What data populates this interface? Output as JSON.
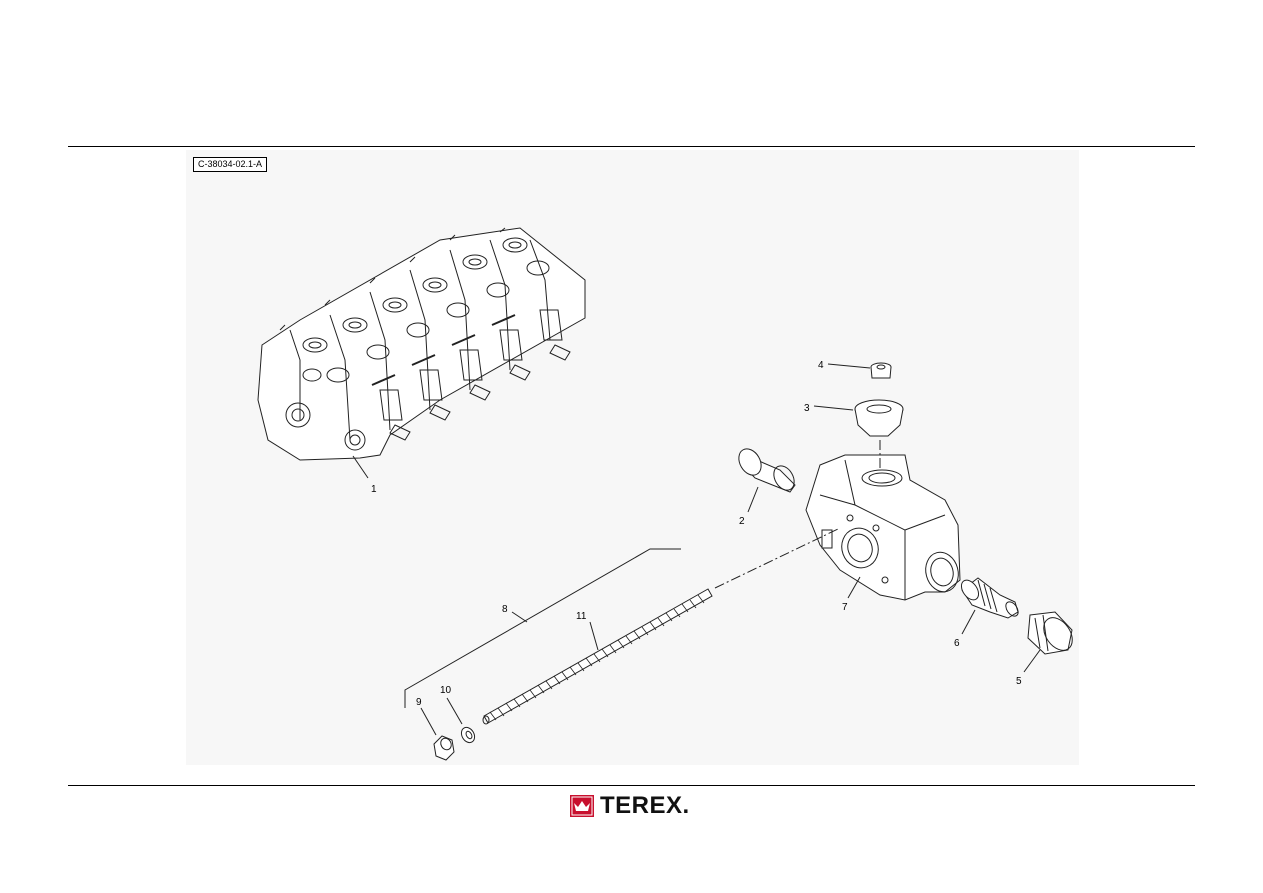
{
  "drawing": {
    "id": "C-38034-02.1-A",
    "callouts": [
      "1",
      "2",
      "3",
      "4",
      "5",
      "6",
      "7",
      "8",
      "9",
      "10",
      "11"
    ]
  },
  "footer": {
    "brand": "TEREX.",
    "brand_color": "#c8102e"
  }
}
